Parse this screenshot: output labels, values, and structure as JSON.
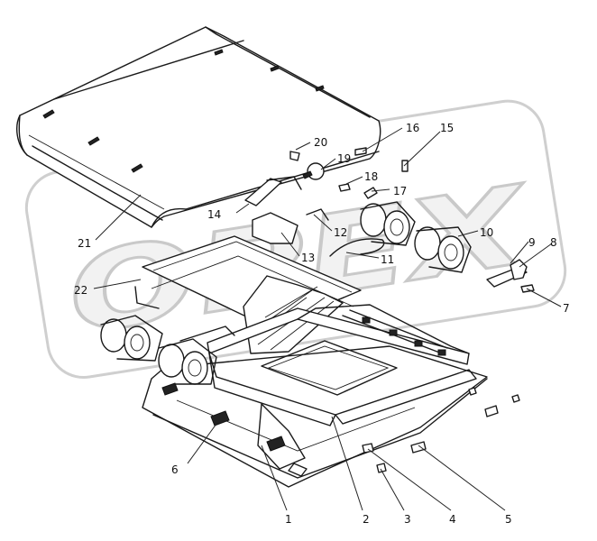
{
  "watermark": "OPEX",
  "part_labels": [
    "1",
    "2",
    "3",
    "4",
    "5",
    "6",
    "7",
    "8",
    "9",
    "10",
    "11",
    "12",
    "13",
    "14",
    "15",
    "16",
    "17",
    "18",
    "19",
    "20",
    "21",
    "22"
  ]
}
